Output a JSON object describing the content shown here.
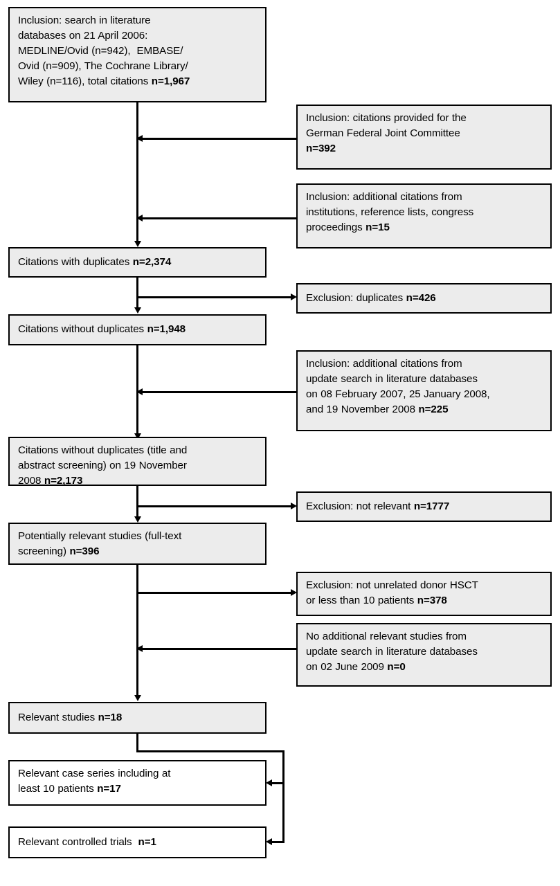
{
  "diagram": {
    "title": "Study selection flow chart",
    "colors": {
      "box_fill_gray": "#ececec",
      "box_fill_white": "#ffffff",
      "border": "#000000",
      "text": "#000000",
      "canvas": "#ffffff"
    }
  },
  "nodes": {
    "initial_search": {
      "lines": [
        "Inclusion: search in literature",
        "databases on 21 April 2006:",
        "MEDLINE/Ovid (n=942),  EMBASE/",
        "Ovid (n=909), The Cochrane Library/",
        "Wiley (n=116), total citations "
      ],
      "bold_tail": "n=1,967",
      "n": 1967,
      "fill": "gray"
    },
    "gba_citations": {
      "lines": [
        "Inclusion: citations provided for the",
        "German Federal Joint Committee",
        ""
      ],
      "bold_tail": "n=392",
      "n": 392,
      "fill": "gray"
    },
    "additional_citations": {
      "lines": [
        "Inclusion: additional citations from",
        "institutions, reference lists, congress",
        "proceedings "
      ],
      "bold_tail": "n=15",
      "n": 15,
      "fill": "gray"
    },
    "with_duplicates": {
      "lines": [
        "Citations with duplicates "
      ],
      "bold_tail": "n=2,374",
      "n": 2374,
      "fill": "gray"
    },
    "exclusion_duplicates": {
      "lines": [
        "Exclusion: duplicates "
      ],
      "bold_tail": "n=426",
      "n": 426,
      "fill": "gray"
    },
    "without_duplicates": {
      "lines": [
        "Citations without duplicates "
      ],
      "bold_tail": "n=1,948",
      "n": 1948,
      "fill": "gray"
    },
    "update_search_citations": {
      "lines": [
        "Inclusion: additional citations from",
        "update search in literature databases",
        "on 08 February 2007, 25 January 2008,",
        "and 19 November 2008 "
      ],
      "bold_tail": "n=225",
      "n": 225,
      "fill": "gray"
    },
    "title_abstract_screening": {
      "lines": [
        "Citations without duplicates (title and",
        "abstract screening) on 19 November",
        "2008 "
      ],
      "bold_tail": "n=2,173",
      "n": 2173,
      "fill": "gray"
    },
    "exclusion_not_relevant": {
      "lines": [
        "Exclusion: not relevant "
      ],
      "bold_tail": "n=1777",
      "n": 1777,
      "fill": "gray"
    },
    "full_text_screening": {
      "lines": [
        "Potentially relevant studies (full-text",
        "screening) "
      ],
      "bold_tail": "n=396",
      "n": 396,
      "fill": "gray"
    },
    "exclusion_hsct": {
      "lines": [
        "Exclusion: not unrelated donor HSCT",
        "or less than 10 patients "
      ],
      "bold_tail": "n=378",
      "n": 378,
      "fill": "gray"
    },
    "no_additional_studies": {
      "lines": [
        "No additional relevant studies from",
        "update search in literature databases",
        "on 02 June 2009 "
      ],
      "bold_tail": "n=0",
      "n": 0,
      "fill": "gray"
    },
    "relevant_studies": {
      "lines": [
        "Relevant studies "
      ],
      "bold_tail": "n=18",
      "n": 18,
      "fill": "gray"
    },
    "relevant_case_series": {
      "lines": [
        "Relevant case series including at",
        "least 10 patients "
      ],
      "bold_tail": "n=17",
      "n": 17,
      "fill": "white"
    },
    "relevant_controlled_trials": {
      "lines": [
        "Relevant controlled trials  "
      ],
      "bold_tail": "n=1",
      "n": 1,
      "fill": "white"
    }
  }
}
